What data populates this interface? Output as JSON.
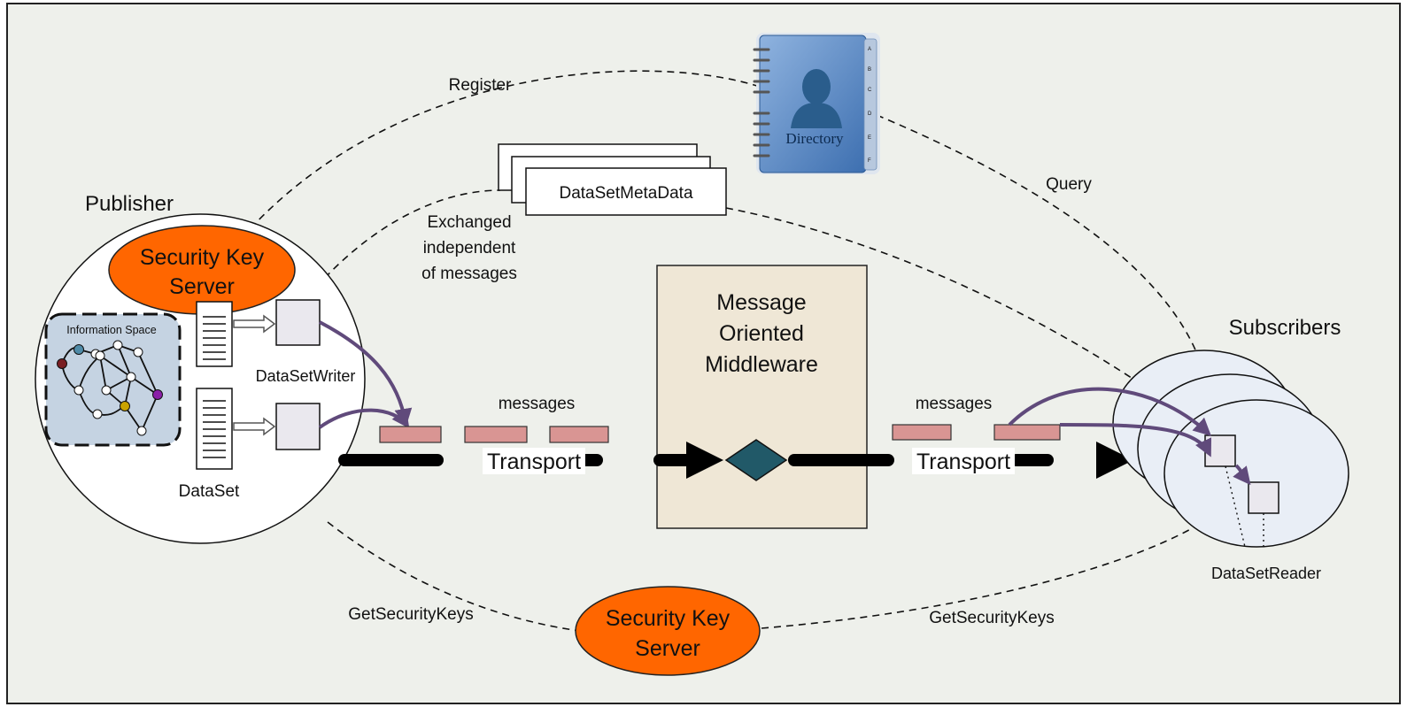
{
  "publisher": {
    "title": "Publisher",
    "info_space": "Information Space",
    "dataset_writer": "DataSetWriter",
    "dataset": "DataSet"
  },
  "subscribers": {
    "title": "Subscribers",
    "dataset_reader": "DataSetReader"
  },
  "directory": {
    "label": "Directory",
    "register": "Register",
    "query": "Query",
    "tabs": [
      "A",
      "B",
      "C",
      "D",
      "E",
      "F"
    ]
  },
  "metadata": {
    "label": "DataSetMetaData",
    "note_line1": "Exchanged",
    "note_line2": "independent",
    "note_line3": "of messages"
  },
  "middleware": {
    "line1": "Message",
    "line2": "Oriented",
    "line3": "Middleware"
  },
  "transport": {
    "left_messages": "messages",
    "left_transport": "Transport",
    "right_messages": "messages",
    "right_transport": "Transport"
  },
  "security": {
    "publisher_server_line1": "Security Key",
    "publisher_server_line2": "Server",
    "bottom_server_line1": "Security Key",
    "bottom_server_line2": "Server",
    "left_get_keys": "GetSecurityKeys",
    "right_get_keys": "GetSecurityKeys"
  },
  "colors": {
    "background": "#eef0eb",
    "security_server": "#ff6600",
    "message_block": "#d99593",
    "arrow_purple": "#604a7b",
    "middleware_fill": "#efe7d6",
    "diamond": "#215968",
    "info_space_fill": "#c5d3e2",
    "subscriber_fill": "#e9eef6"
  }
}
